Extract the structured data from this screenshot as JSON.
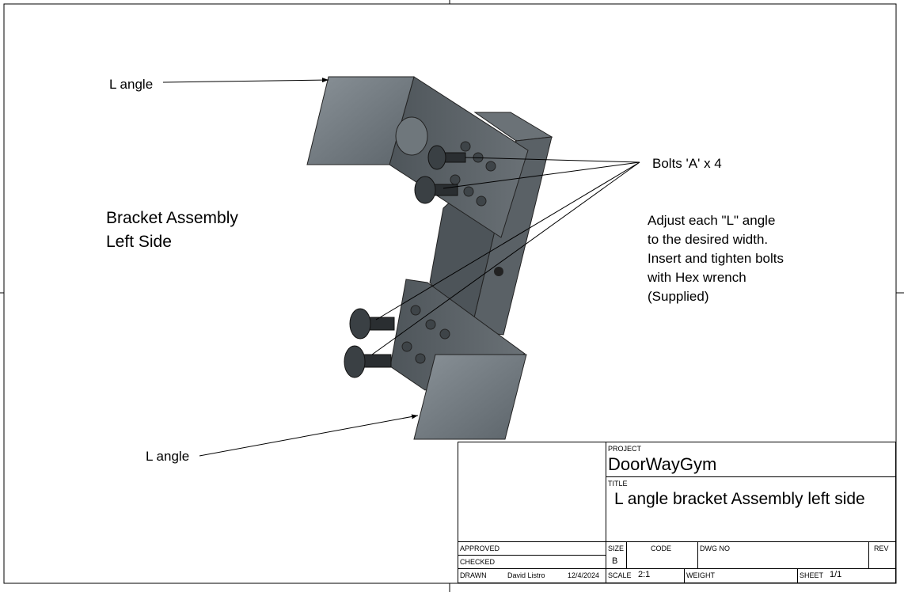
{
  "callouts": {
    "top_l_angle": "L angle",
    "bottom_l_angle": "L angle",
    "bolts": "Bolts 'A' x 4"
  },
  "heading": {
    "line1": "Bracket Assembly",
    "line2": "Left Side"
  },
  "instructions": [
    "Adjust each \"L\" angle",
    "to the desired width.",
    "Insert and tighten bolts",
    "with Hex wrench",
    "(Supplied)"
  ],
  "title_block": {
    "project_label": "PROJECT",
    "project": "DoorWayGym",
    "title_label": "TITLE",
    "title": "L angle bracket Assembly left side",
    "approved_label": "APPROVED",
    "checked_label": "CHECKED",
    "drawn_label": "DRAWN",
    "drawn_by": "David Listro",
    "drawn_date": "12/4/2024",
    "size_label": "SIZE",
    "size": "B",
    "code_label": "CODE",
    "dwg_no_label": "DWG NO",
    "rev_label": "REV",
    "scale_label": "SCALE",
    "scale": "2:1",
    "weight_label": "WEIGHT",
    "sheet_label": "SHEET",
    "sheet": "1/1"
  }
}
